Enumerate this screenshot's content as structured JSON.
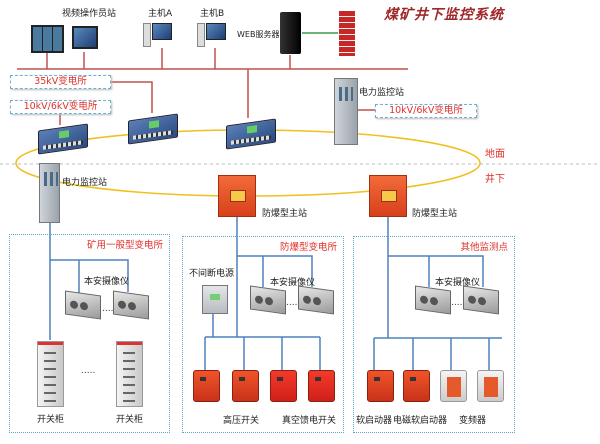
{
  "title": "煤矿井下监控系统",
  "top_devices": {
    "video_station": "视频操作员站",
    "host_a": "主机A",
    "host_b": "主机B",
    "web_server": "WEB服务器"
  },
  "tags": {
    "sub_35kv": "35kV变电所",
    "sub_10kv_left": "10kV/6kV变电所",
    "sub_10kv_right": "10kV/6kV变电所"
  },
  "power_station_label": "电力监控站",
  "ground_label": "地面",
  "underground_label": "井下",
  "ex_main_station_label": "防爆型主站",
  "zones": [
    {
      "title": "矿用一般型变电所",
      "camera_label": "本安摄像仪",
      "devices": [
        "开关柜",
        "开关柜"
      ],
      "ellipsis": "....."
    },
    {
      "title": "防爆型变电所",
      "camera_label": "本安摄像仪",
      "ups_label": "不间断电源",
      "devices": [
        "高压开关",
        "真空馈电开关"
      ],
      "ellipsis": "....."
    },
    {
      "title": "其他监测点",
      "camera_label": "本安摄像仪",
      "devices": [
        "软启动器",
        "电磁软启动器",
        "变频器"
      ],
      "ellipsis": "....."
    }
  ],
  "colors": {
    "bus": "#c0504d",
    "ring": "#f0c020",
    "field_bus": "#4f81bd",
    "accent": "#e0302a"
  }
}
